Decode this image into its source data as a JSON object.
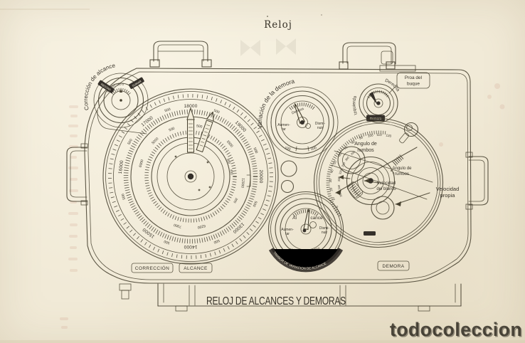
{
  "page": {
    "title": "Reloj",
    "caption": "RELOJ DE ALCANCES Y DEMORAS",
    "watermark": "todocoleccion"
  },
  "colors": {
    "paper": "#f1ead7",
    "ink": "#46402f",
    "ghost": "#cd9a88"
  },
  "chips": {
    "correccion": "CORRECCIÓN",
    "alcance": "ALCANCE",
    "demora": "DEMORA"
  },
  "correccion_dial": {
    "arc_label": "Corrección de alcance",
    "restar": "RESTAR",
    "sumar": "SUMAR",
    "scale": "300  200  100  0"
  },
  "variacion_dial": {
    "arc_label": "Variación de la demora",
    "pointer": "Demora",
    "left": [
      "Aumen-",
      "tar"
    ],
    "right": [
      "Dismi-",
      "nuir"
    ],
    "bottom": [
      "100",
      "100"
    ]
  },
  "rumbo_dial": {
    "left": "Izquierda",
    "right": "Derecha",
    "chip": "Demora",
    "proa": [
      "Proa del",
      "buque"
    ]
  },
  "angulos_dial": {
    "label_top": [
      "Angulo de",
      "rumbos"
    ],
    "label_mid": [
      "Angulo de",
      "rumbos"
    ],
    "label_center": [
      "Velocidad",
      "del blanco"
    ],
    "label_right": [
      "Velocidad",
      "propia"
    ],
    "deg_outer": [
      "0",
      "10",
      "20",
      "30",
      "40",
      "50",
      "60",
      "70",
      "80",
      "90",
      "100",
      "110",
      "120"
    ],
    "deg_inner": [
      "350",
      "340",
      "330",
      "320",
      "310",
      "300",
      "290"
    ]
  },
  "alcance_dial": {
    "top": [
      "Al",
      "cance"
    ],
    "left": [
      "Aumen-",
      "tar"
    ],
    "right": [
      "Dismi-",
      "nuir"
    ],
    "bottom": [
      "200",
      "200"
    ],
    "arc_text": "TAMBOR DE VARIACION DE ALCANCE"
  },
  "range_dial": {
    "outer": [
      "18000",
      "500",
      "19000",
      "500",
      "20000",
      "500",
      "13000",
      "500",
      "14000",
      "500",
      "15000",
      "500",
      "16000",
      "500",
      "17000",
      "500"
    ],
    "inner": [
      "500",
      "3500",
      "300",
      "400",
      "12000",
      "200",
      "6200",
      "7000",
      "6000",
      "5000",
      "500"
    ]
  }
}
